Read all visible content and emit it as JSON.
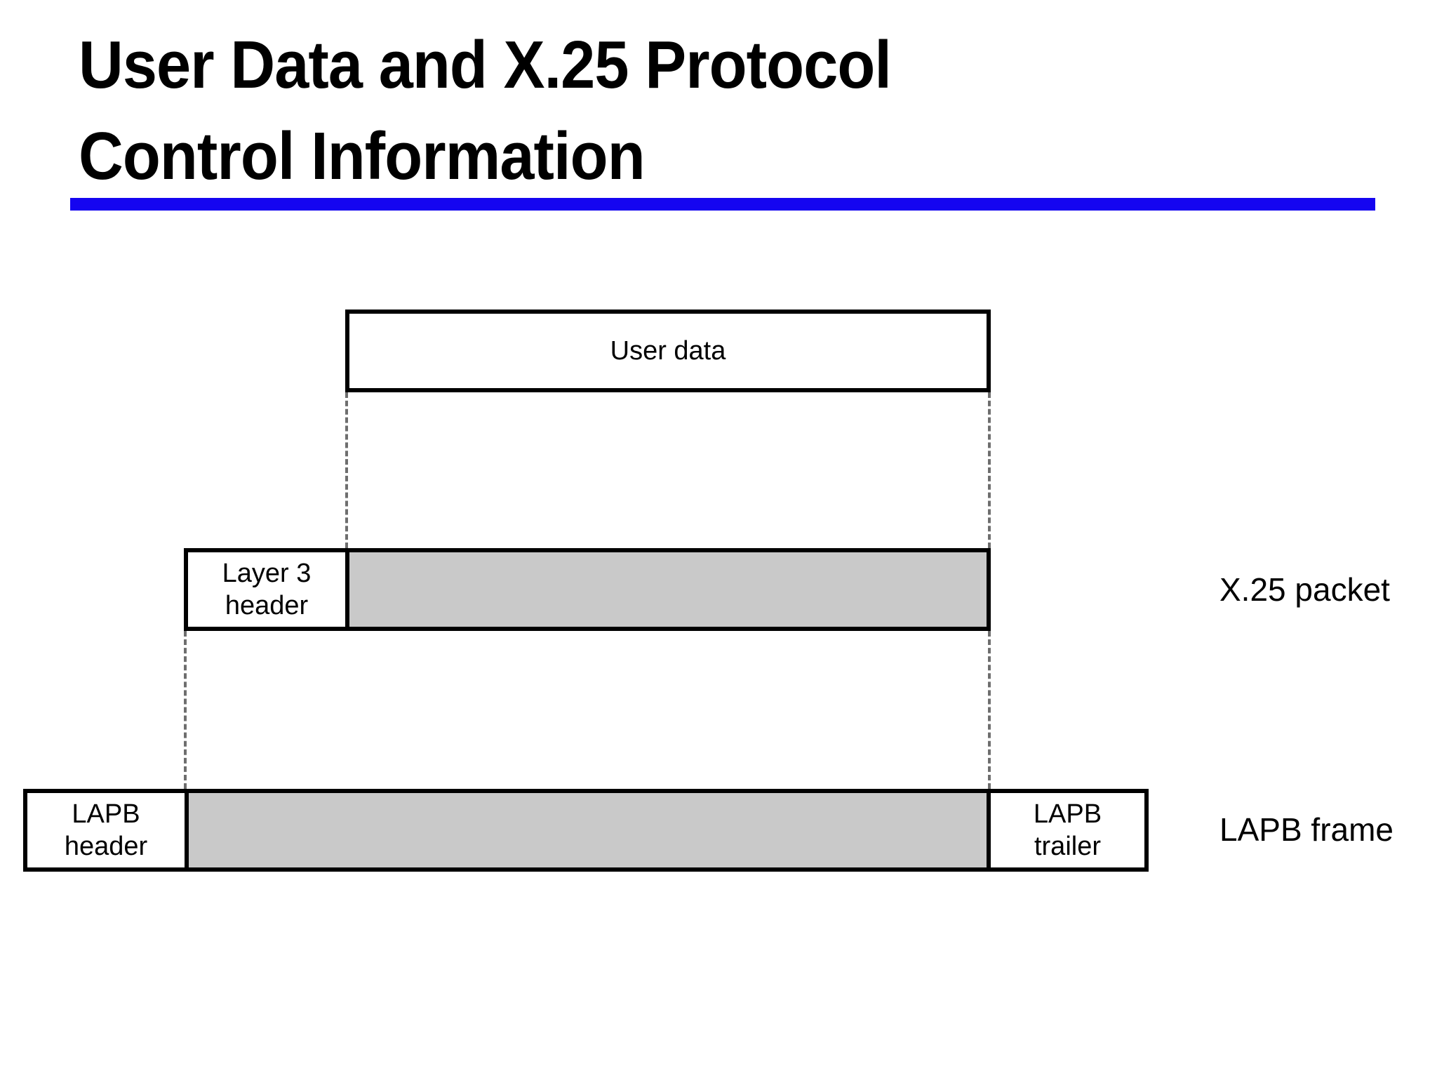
{
  "slide": {
    "title": "User Data and X.25 Protocol\nControl Information",
    "accent_color": "#1505f0",
    "payload_fill": "#c9c9c9",
    "outline_color": "#000000",
    "background_color": "#ffffff"
  },
  "diagram": {
    "name": "x25-encapsulation-diagram",
    "layers": [
      {
        "id": "user-data",
        "row_label": "",
        "cells": [
          {
            "id": "user-data-cell",
            "label": "User data",
            "fill": "white"
          }
        ]
      },
      {
        "id": "x25-packet",
        "row_label": "X.25 packet",
        "cells": [
          {
            "id": "layer3-header-cell",
            "label": "Layer 3\nheader",
            "fill": "white"
          },
          {
            "id": "x25-payload-cell",
            "label": "",
            "fill": "gray"
          }
        ]
      },
      {
        "id": "lapb-frame",
        "row_label": "LAPB frame",
        "cells": [
          {
            "id": "lapb-header-cell",
            "label": "LAPB\nheader",
            "fill": "white"
          },
          {
            "id": "lapb-payload-cell",
            "label": "",
            "fill": "gray"
          },
          {
            "id": "lapb-trailer-cell",
            "label": "LAPB\ntrailer",
            "fill": "white"
          }
        ]
      }
    ],
    "labels": {
      "user_data": "User data",
      "layer3_header": "Layer 3\nheader",
      "lapb_header": "LAPB\nheader",
      "lapb_trailer": "LAPB\ntrailer",
      "x25_packet": "X.25 packet",
      "lapb_frame": "LAPB frame"
    }
  }
}
